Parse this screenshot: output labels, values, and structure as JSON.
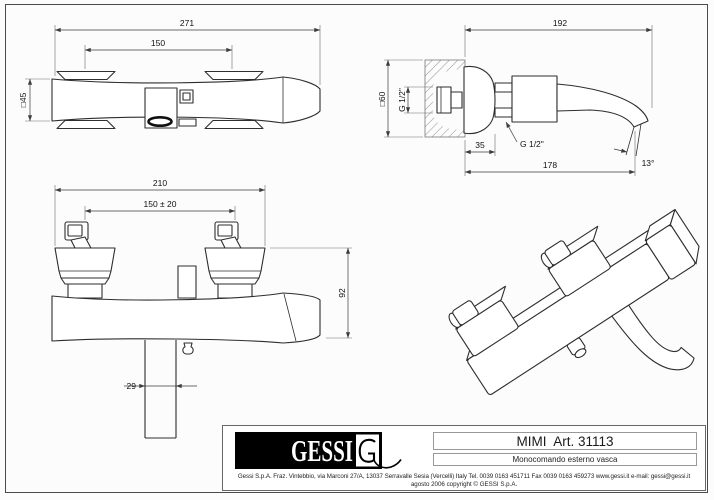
{
  "document": {
    "type": "technical-drawing",
    "sheet_background": "#fcfcfc",
    "line_color": "#2e2e2e"
  },
  "views": {
    "plan": {
      "dim_overall": "271",
      "dim_interaxis": "150",
      "dim_width": "□45"
    },
    "side": {
      "dim_overall": "192",
      "dim_plate": "□60",
      "dim_inlet_thread": "G 1/2\"",
      "dim_wall_offset": "35",
      "dim_outlet_thread": "G 1/2\"",
      "dim_reach": "178",
      "dim_angle": "13°"
    },
    "front": {
      "dim_overall": "210",
      "dim_interaxis": "150 ± 20",
      "dim_height": "92",
      "dim_offset": "29"
    }
  },
  "title_block": {
    "logo_text": "GESSI",
    "product_name": "MIMI  Art. 31113",
    "product_description": "Monocomando esterno vasca",
    "company_line": "Gessi S.p.A. Fraz. Vintebbio, via Marconi 27/A, 13037 Serravalle Sesia  (Vercelli) Italy Tel. 0039 0163 451711 Fax 0039 0163 459273 www.gessi.it  e-mail: gessi@gessi.it",
    "copyright_line": "agosto 2006 copyright © GESSI S.p.A."
  }
}
